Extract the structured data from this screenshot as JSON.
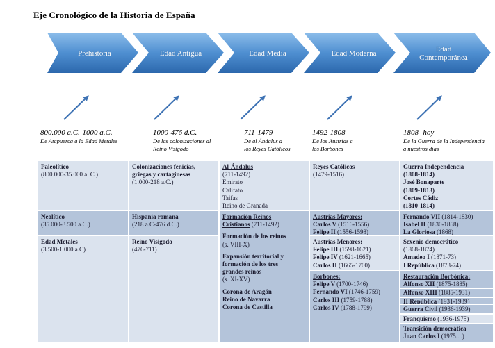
{
  "title": "Eje Cronológico de la Historia de España",
  "colors": {
    "chevron_top": "#7fb4e6",
    "chevron_bottom": "#2f6fb5",
    "arrow": "#3d72b4",
    "cell_light": "#dbe3ee",
    "cell_mid": "#b4c4da"
  },
  "eras": [
    {
      "label": "Prehistoria"
    },
    {
      "label": "Edad Antigua"
    },
    {
      "label": "Edad Media"
    },
    {
      "label": "Edad Moderna"
    },
    {
      "label_line1": "Edad",
      "label_line2": "Contemporánea"
    }
  ],
  "periods": [
    {
      "range": "800.000 a.C.-1000 a.C.",
      "desc_line1": "De Atapuerca a la Edad Metales"
    },
    {
      "range": "1000-476 d.C.",
      "desc_line1": "De las colonizaciones al",
      "desc_line2": "Reino Visigodo"
    },
    {
      "range": "711-1479",
      "desc_line1": "De al Ándalus a",
      "desc_line2": "los Reyes Católicos"
    },
    {
      "range": "1492-1808",
      "desc_line1": "De los Austrias a",
      "desc_line2": "los Borbones"
    },
    {
      "range": "1808- hoy",
      "desc_line1": "De la Guerra de la Independencia",
      "desc_line2": "a nuestros días"
    }
  ],
  "table": {
    "prehistoria": [
      {
        "name": "Paleolítico",
        "dates": "(800.000-35.000 a. C.)"
      },
      {
        "name": "Neolítico",
        "dates": "(35.000-3.500 a.C.)"
      },
      {
        "name": "Edad Metales",
        "dates": "(3.500-1.000 a.C)"
      }
    ],
    "antigua": [
      {
        "name_line1": "Colonizaciones fenicias,",
        "name_line2": "griegas y cartaginesas",
        "dates": "(1.000-218 a.C.)"
      },
      {
        "name": "Hispania romana",
        "dates": "(218 a.C-476 d.C.)"
      },
      {
        "name": "Reino Visigodo",
        "dates": "(476-711)"
      }
    ],
    "media": {
      "alandalus": {
        "name": "Al-Ándalus",
        "dates": "(711-1492)",
        "items": [
          "Emirato",
          "Califato",
          "Taifas",
          "Reino de Granada"
        ]
      },
      "reinos_cristianos": {
        "name_line1": "Formación Reinos",
        "name_line2": "Cristianos",
        "dates": "(711-1492)"
      },
      "formacion": {
        "name": "Formación de los reinos",
        "dates": "(s. VIII-X)"
      },
      "expansion": {
        "line1": "Expansión territorial y",
        "line2": "formación de los tres",
        "line3": "grandes reinos",
        "dates": "(s. XI-XV)"
      },
      "coronas": [
        "Corona de Aragón",
        "Reino de Navarra",
        "Corona de Castilla"
      ]
    },
    "moderna": {
      "reyes": {
        "name": "Reyes Católicos",
        "dates": "(1479-1516)"
      },
      "mayores": {
        "heading": "Austrias Mayores:",
        "kings": [
          {
            "name": "Carlos V",
            "dates": "(1516-1556)"
          },
          {
            "name": "Felipe II",
            "dates": "(1556-1598)"
          }
        ]
      },
      "menores": {
        "heading": "Austrias Menores:",
        "kings": [
          {
            "name": "Felipe III",
            "dates": "(1598-1621)"
          },
          {
            "name": "Felipe IV",
            "dates": "(1621-1665)"
          },
          {
            "name": "Carlos II",
            "dates": "(1665-1700)"
          }
        ]
      },
      "borbones": {
        "heading": "Borbones:",
        "kings": [
          {
            "name": "Felipe V",
            "dates": "(1700-1746)"
          },
          {
            "name": "Fernando VI",
            "dates": "(1746-1759)"
          },
          {
            "name": "Carlos III",
            "dates": "(1759-1788)"
          },
          {
            "name": "Carlos IV",
            "dates": "(1788-1799)"
          }
        ]
      }
    },
    "contemporanea": {
      "guerra": {
        "line1": "Guerra Independencia",
        "line2": "(1808-1814)",
        "line3": "José Bonaparte",
        "line4": "(1809-1813)",
        "line5": "Cortes Cádiz",
        "line6": "(1810-1814)"
      },
      "fernando": {
        "name": "Fernando VII",
        "dates": "(1814-1830)"
      },
      "isabel": {
        "name": "Isabel II",
        "dates": "(1830-1868)"
      },
      "gloriosa": {
        "name": "La Gloriosa",
        "dates": "(1868)"
      },
      "sexenio": {
        "heading": "Sexenio democrático",
        "dates": "(1868-1874)"
      },
      "amadeo": {
        "name": "Amadeo I",
        "dates": "(1871-73)"
      },
      "republica1": {
        "name": "I República",
        "dates": "(1873-74)"
      },
      "restauracion": {
        "heading": "Restauración Borbónica:"
      },
      "alfonso12": {
        "name": "Alfonso XII",
        "dates": "(1875-1885)"
      },
      "alfonso13": {
        "name": "Alfonso XIII",
        "dates": "(1885-1931)"
      },
      "republica2": {
        "name": "II República",
        "dates": "(1931-1939)"
      },
      "guerra_civil": {
        "name": "Guerra Civil",
        "dates": "(1936-1939)"
      },
      "franquismo": {
        "name": "Franquismo",
        "dates": "(1936-1975)"
      },
      "transicion": {
        "line1": "Transición democrática",
        "name": "Juan Carlos I",
        "dates": "(1975....)"
      }
    }
  }
}
